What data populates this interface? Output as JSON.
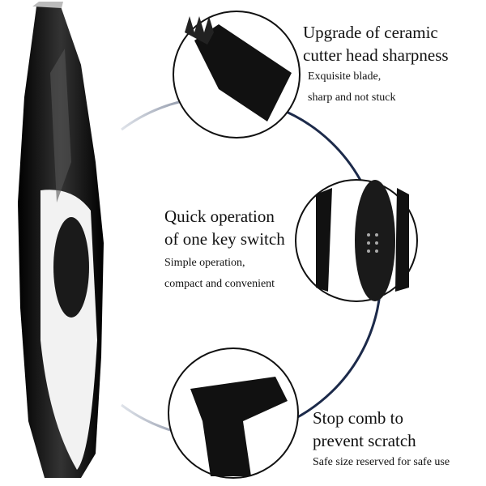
{
  "features": [
    {
      "title1": "Upgrade of ceramic",
      "title2": "cutter head sharpness",
      "sub1": "Exquisite blade,",
      "sub2": "sharp and not stuck"
    },
    {
      "title1": "Quick operation",
      "title2": "of one key switch",
      "sub1": "Simple operation,",
      "sub2": "compact and convenient"
    },
    {
      "title1": "Stop comb to",
      "title2": "prevent scratch",
      "sub1": "Safe size reserved for safe use"
    }
  ],
  "colors": {
    "arc": "#1c2a4a",
    "body": "#111111",
    "panel": "#f2f2f2"
  }
}
